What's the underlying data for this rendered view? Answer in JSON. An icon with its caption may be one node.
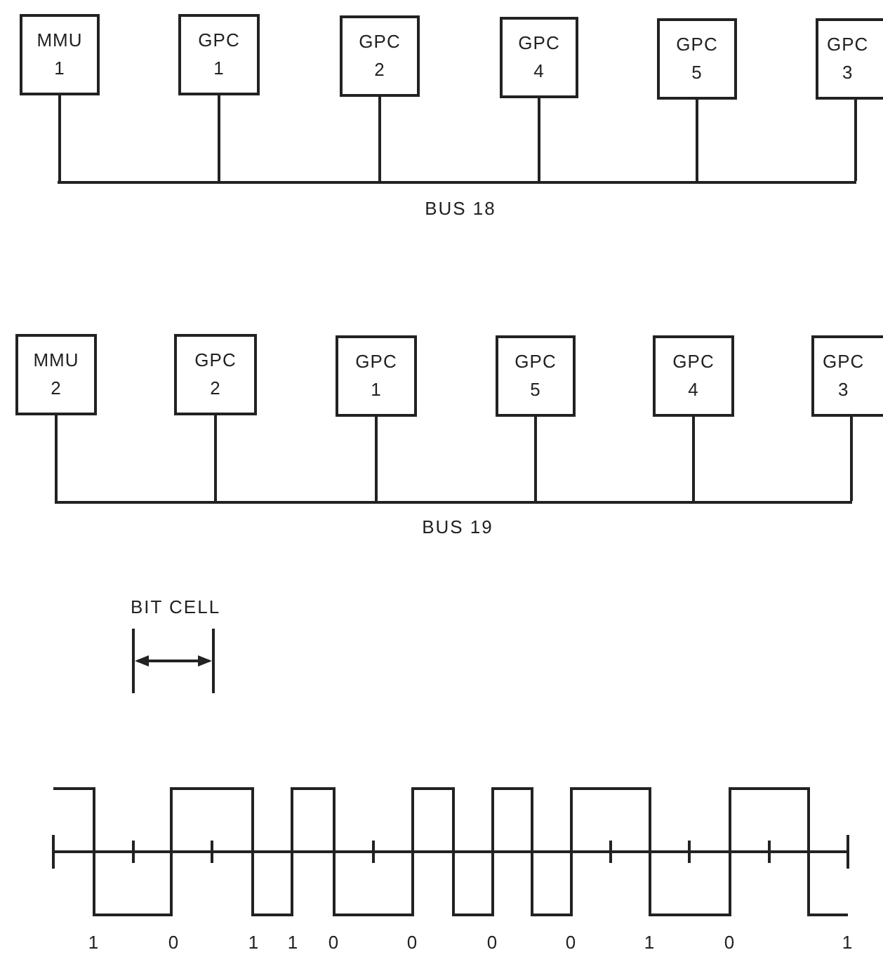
{
  "diagram": {
    "nodes": [
      {
        "text": [
          "MMU 1"
        ]
      },
      {
        "text": [
          "GPC 1"
        ]
      },
      {
        "text": [
          "GPC 2"
        ]
      },
      {
        "text": [
          "GPC 4"
        ]
      },
      {
        "text": [
          "GPC 5"
        ]
      },
      {
        "text": [
          "GPC 3"
        ]
      },
      {
        "text": [],
        "shape": "bar",
        "beside": [
          "BUS 18"
        ]
      },
      {
        "text": [
          "MMU 2"
        ]
      },
      {
        "text": [
          "GPC 2"
        ]
      },
      {
        "text": [
          "GPC 1"
        ]
      },
      {
        "text": [
          "GPC 5"
        ]
      },
      {
        "text": [
          "GPC 4"
        ]
      },
      {
        "text": [
          "GPC 3"
        ]
      },
      {
        "text": [],
        "shape": "bar",
        "beside": [
          "BUS 19"
        ]
      }
    ],
    "edges": [
      {
        "from": 0,
        "to": 6,
        "arrow": "none"
      },
      {
        "from": 1,
        "to": 6,
        "arrow": "none"
      },
      {
        "from": 2,
        "to": 6,
        "arrow": "none"
      },
      {
        "from": 3,
        "to": 6,
        "arrow": "none"
      },
      {
        "from": 4,
        "to": 6,
        "arrow": "none"
      },
      {
        "from": 5,
        "to": 6,
        "arrow": "none"
      },
      {
        "from": 7,
        "to": 13,
        "arrow": "none"
      },
      {
        "from": 8,
        "to": 13,
        "arrow": "none"
      },
      {
        "from": 9,
        "to": 13,
        "arrow": "none"
      },
      {
        "from": 10,
        "to": 13,
        "arrow": "none"
      },
      {
        "from": 11,
        "to": 13,
        "arrow": "none"
      },
      {
        "from": 12,
        "to": 13,
        "arrow": "none"
      }
    ],
    "labels": [
      "BIT CELL",
      "1",
      "0",
      "1",
      "1",
      "0",
      "0",
      "0",
      "0",
      "1",
      "0",
      "1"
    ]
  }
}
